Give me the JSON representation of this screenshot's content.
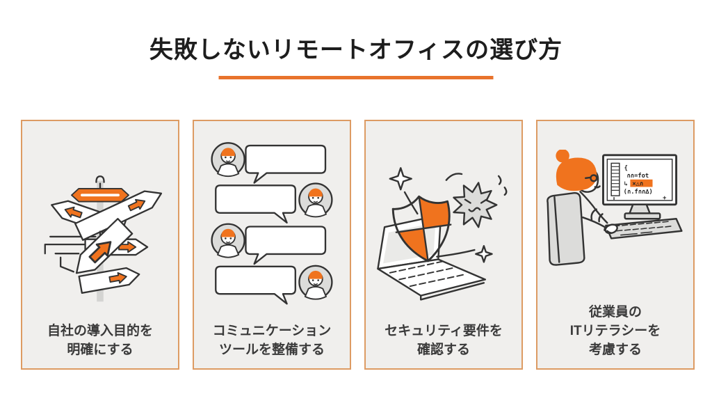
{
  "page": {
    "title": "失敗しないリモートオフィスの選び方",
    "accent_color": "#e8732c",
    "card_border_color": "#dd9b63",
    "card_bg_color": "#f0efed",
    "illustration_orange": "#f0731e",
    "line_color": "#333333",
    "caption_color": "#3a3a3a",
    "background_color": "#ffffff"
  },
  "cards": [
    {
      "illustration": "crossed-signpost",
      "caption_lines": [
        "自社の導入目的を",
        "明確にする"
      ]
    },
    {
      "illustration": "chat-conversation",
      "caption_lines": [
        "コミュニケーション",
        "ツールを整備する"
      ]
    },
    {
      "illustration": "laptop-shield-virus",
      "caption_lines": [
        "セキュリティ要件を",
        "確認する"
      ]
    },
    {
      "illustration": "person-at-computer",
      "caption_lines": [
        "従業員の",
        "ITリテラシーを",
        "考慮する"
      ]
    }
  ],
  "monitor_code": {
    "brace": "{",
    "line1": "∩∩=fot",
    "prefix": "↳",
    "line2": "×△∩",
    "line3": "(∩.f∩∩∆)",
    "cursor": "+"
  }
}
